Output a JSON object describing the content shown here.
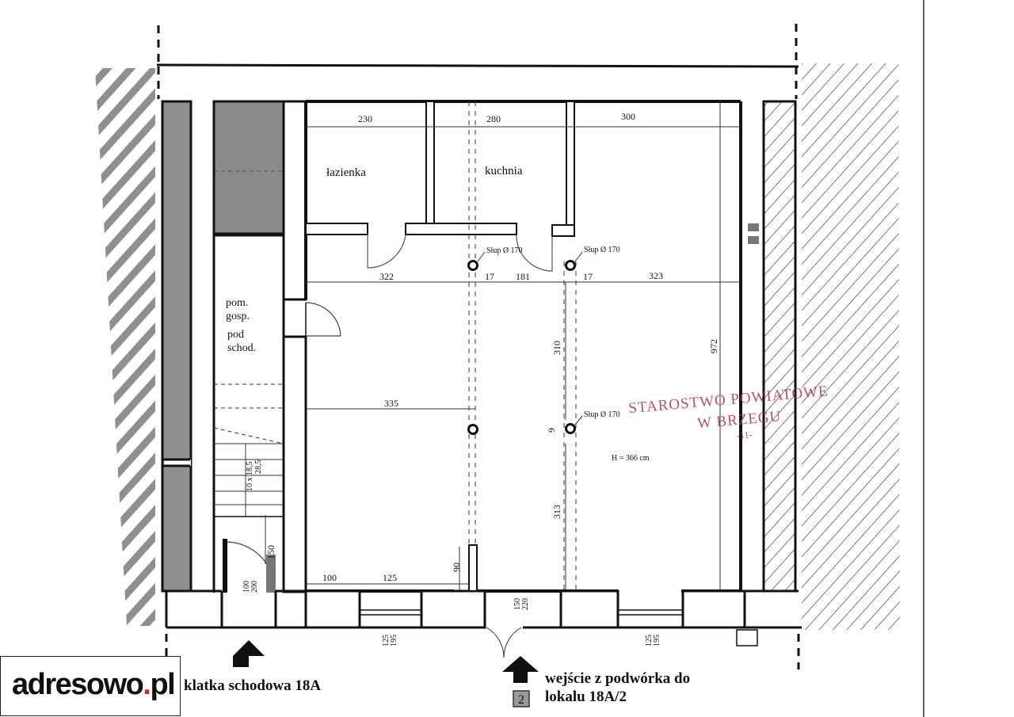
{
  "logo": {
    "name": "adresowo",
    "dot": ".",
    "tld": "pl"
  },
  "rooms": {
    "bathroom": "łazienka",
    "kitchen": "kuchnia",
    "utility_line1": "pom.",
    "utility_line2": "gosp.",
    "under_stairs_line1": "pod",
    "under_stairs_line2": "schod.",
    "height": "H = 366 cm"
  },
  "columns": {
    "label_a": "Słup Ø 170",
    "label_b": "Słup Ø 170",
    "label_c": "Słup Ø 170"
  },
  "dimensions": {
    "top_1": "230",
    "top_2": "280",
    "top_3": "300",
    "mid_1": "322",
    "mid_2": "17",
    "mid_3": "181",
    "mid_4": "17",
    "mid_5": "323",
    "height_972": "972",
    "depth_310": "310",
    "width_335": "335",
    "depth_313": "313",
    "small_9": "9",
    "door_90": "90",
    "bottom_100": "100",
    "bottom_125": "125",
    "stairs_steps": "10 x 18,5",
    "stairs_tread": "28,5",
    "stair_door_150": "150",
    "door_100": "100",
    "door_200": "200",
    "entry_150": "150",
    "entry_220": "220",
    "win_left_125": "125",
    "win_left_195": "195",
    "win_right_125": "125",
    "win_right_195": "195"
  },
  "stamp": {
    "line1": "STAROSTWO POWIATOWE",
    "line2": "W BRZEGU",
    "line3": "-11-"
  },
  "captions": {
    "stairwell": "klatka schodowa 18A",
    "entrance_line1": "wejście z podwórka do",
    "entrance_line2": "lokalu 18A/2",
    "badge": "2"
  },
  "icons": {
    "stairwell_arrow": "arrow-up-icon",
    "entrance_arrow": "arrow-up-icon"
  },
  "colors": {
    "wall": "#111111",
    "hatch": "#3a3a3a",
    "shaded": "#8a8a8a",
    "stamp": "#a03a4a",
    "logo_dot": "#d8232a"
  }
}
